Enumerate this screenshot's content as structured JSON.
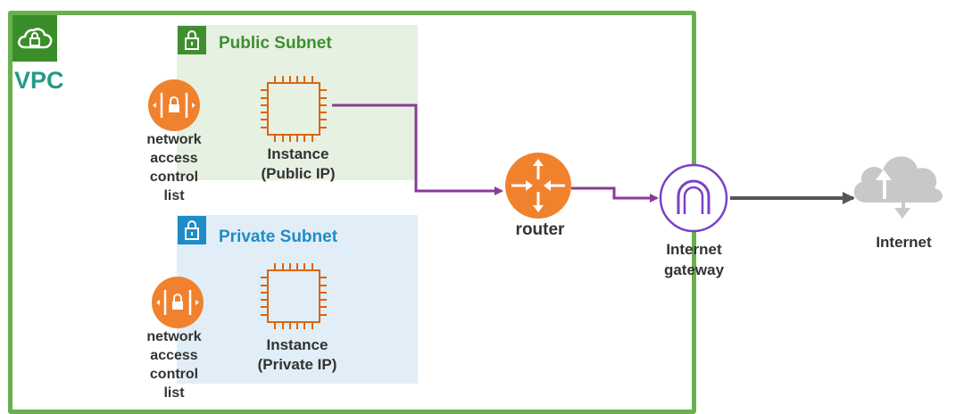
{
  "vpc": {
    "label": "VPC"
  },
  "public_subnet": {
    "title": "Public Subnet",
    "instance_label": "Instance\n(Public IP)",
    "nacl_label": "network\naccess\ncontrol\nlist"
  },
  "private_subnet": {
    "title": "Private Subnet",
    "instance_label": "Instance\n(Private IP)",
    "nacl_label": "network\naccess\ncontrol\nlist"
  },
  "router": {
    "label": "router"
  },
  "internet_gateway": {
    "label": "Internet\ngateway"
  },
  "internet": {
    "label": "Internet"
  },
  "colors": {
    "vpc_border": "#6ab04c",
    "vpc_label": "#239a88",
    "public_subnet_bg": "#e6f1e2",
    "private_subnet_bg": "#e1eef7",
    "public_accent": "#3f8f31",
    "private_accent": "#1f8cc8",
    "instance_orange": "#d86613",
    "nacl_orange": "#f0822e",
    "connector_purple": "#8a3a97",
    "gateway_purple": "#7b40c8",
    "internet_arrow": "#555555",
    "cloud_gray": "#c8c8c8"
  },
  "icons": [
    "cloud-lock-icon",
    "padlock-icon",
    "chip-icon",
    "nacl-icon",
    "router-icon",
    "gateway-icon",
    "cloud-icon"
  ]
}
